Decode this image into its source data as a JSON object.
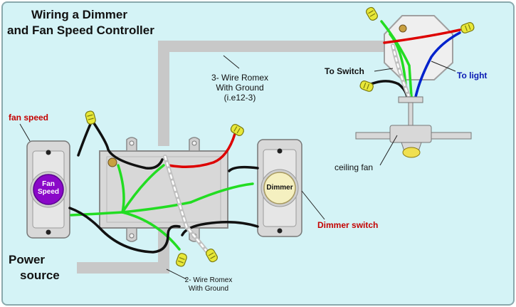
{
  "title": {
    "line1": "Wiring a Dimmer",
    "line2": "and Fan Speed Controller"
  },
  "labels": {
    "romex3_line1": "3- Wire Romex",
    "romex3_line2": "With Ground",
    "romex3_line3": "(i.e12-3)",
    "to_switch": "To Switch",
    "to_light": "To light",
    "fan_speed": "fan speed",
    "ceiling_fan": "ceiling fan",
    "dimmer_switch": "Dimmer switch",
    "power_line1": "Power",
    "power_line2": "source",
    "romex2_line1": "2- Wire Romex",
    "romex2_line2": "With Ground"
  },
  "devices": {
    "fan_face_line1": "Fan",
    "fan_face_line2": "Speed",
    "dimmer_face": "Dimmer"
  },
  "colors": {
    "background": "#d4f3f6",
    "cable": "#c8c8c8",
    "ground_wire": "#22dd22",
    "hot_wire_red": "#dd0000",
    "wire_blue": "#0022cc",
    "wire_black": "#111111",
    "wire_nut": "#e8e838",
    "fan_knob": "#8a08c8",
    "dimmer_knob": "#f5f0c0"
  }
}
